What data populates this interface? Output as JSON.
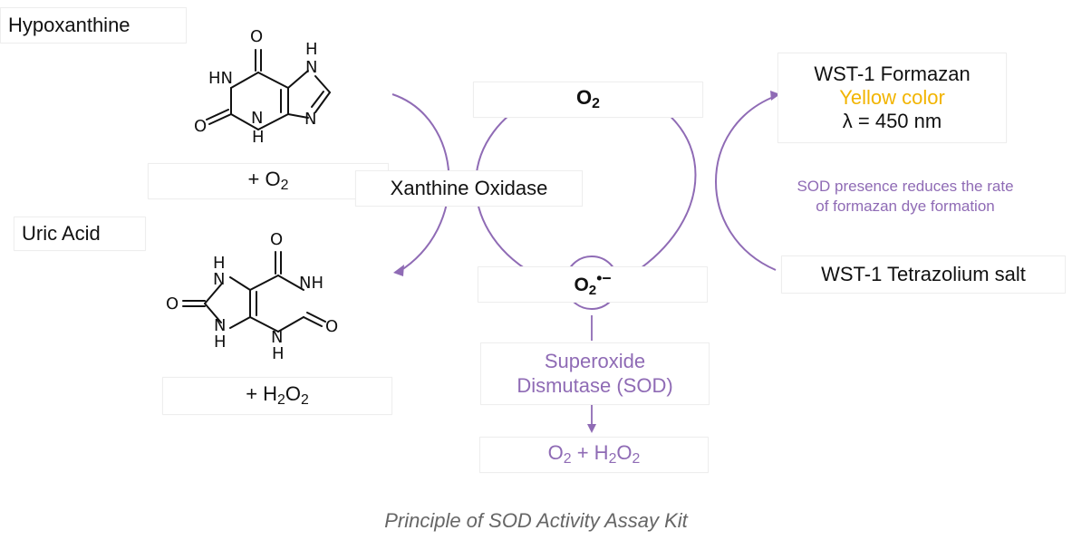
{
  "labels": {
    "hypoxanthine": "Hypoxanthine",
    "plus_o2": "+ O",
    "plus_o2_sub": "2",
    "uric_acid": "Uric Acid",
    "plus_h2o2_prefix": "+ H",
    "plus_h2o2_sub1": "2",
    "plus_h2o2_mid": "O",
    "plus_h2o2_sub2": "2",
    "xanthine_oxidase": "Xanthine Oxidase",
    "o2_main": "O",
    "o2_sub": "2",
    "superoxide_main": "O",
    "superoxide_sub": "2",
    "superoxide_sup": "•−",
    "sod_line1": "Superoxide",
    "sod_line2": "Dismutase (SOD)",
    "product_o": "O",
    "product_sub1": "2",
    "product_plus": " + H",
    "product_sub2": "2",
    "product_o2": "O",
    "product_sub3": "2",
    "wst_formazan": "WST-1 Formazan",
    "yellow_color": "Yellow color",
    "lambda": "λ = 450 nm",
    "sod_reduces_1": "SOD presence reduces the rate",
    "sod_reduces_2": "of formazan dye formation",
    "wst_salt": "WST-1 Tetrazolium salt",
    "caption": "Principle of SOD Activity Assay Kit"
  },
  "molecules": {
    "hypoxanthine": {
      "atoms": [
        "O",
        "HN",
        "N",
        "H",
        "N",
        "H",
        "N",
        "O"
      ]
    },
    "uric_acid": {
      "atoms": [
        "O",
        "H",
        "N",
        "NH",
        "O",
        "N",
        "H",
        "N",
        "H",
        "O"
      ]
    }
  },
  "colors": {
    "accent": "#8f6bb5",
    "yellow": "#f2b400",
    "caption": "#666666"
  }
}
